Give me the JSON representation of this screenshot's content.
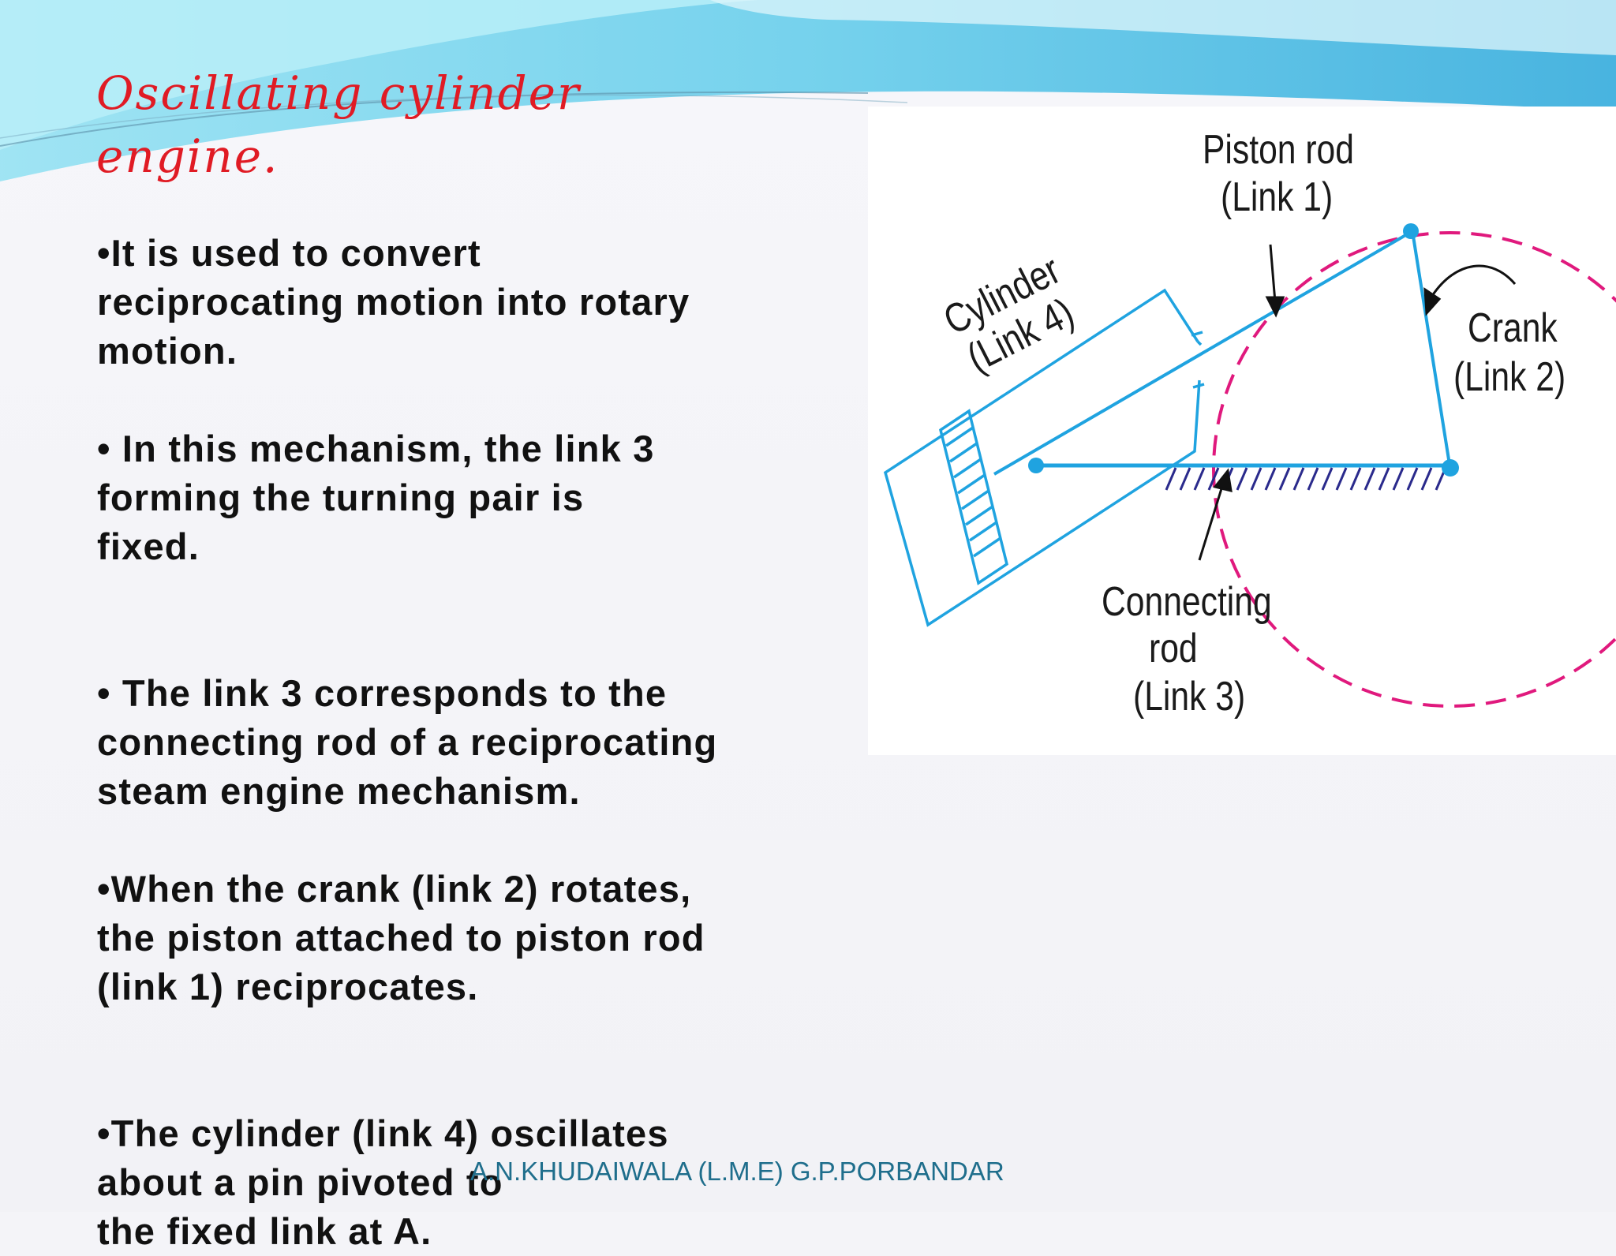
{
  "slide": {
    "title": "Oscillating cylinder engine.",
    "bullets": [
      "•It is used to convert\nreciprocating motion into rotary\nmotion.\n\n",
      "• In this mechanism, the link 3\nforming the turning pair is\nfixed.\n\n\n",
      "• The link 3 corresponds to the\nconnecting rod of a reciprocating\nsteam engine mechanism.\n\n",
      "•When the crank (link 2) rotates,\nthe piston attached to piston rod\n(link 1) reciprocates.\n\n\n",
      "•The cylinder (link 4) oscillates\nabout a pin pivoted to\nthe fixed link at A."
    ],
    "footer": "A.N.KHUDAIWALA  (L.M.E)  G.P.PORBANDAR"
  },
  "diagram": {
    "piston_rod_line1": "Piston rod",
    "piston_rod_line2": "(Link 1)",
    "cylinder_line1": "Cylinder",
    "cylinder_line2": "(Link 4)",
    "crank_line1": "Crank",
    "crank_line2": "(Link 2)",
    "connecting_rod_line1": "Connecting",
    "connecting_rod_line2": "rod",
    "connecting_rod_line3": "(Link 3)",
    "colors": {
      "link": "#1fa3e0",
      "crank_circle": "#e0197d",
      "hatch": "#2a2a8c",
      "label": "#1a1a1a"
    }
  },
  "theme": {
    "title_color": "#e01b24",
    "footer_color": "#1f6e8c",
    "wave_colors": [
      "#7fd8ee",
      "#35a9d8",
      "#b8ecf7"
    ]
  }
}
